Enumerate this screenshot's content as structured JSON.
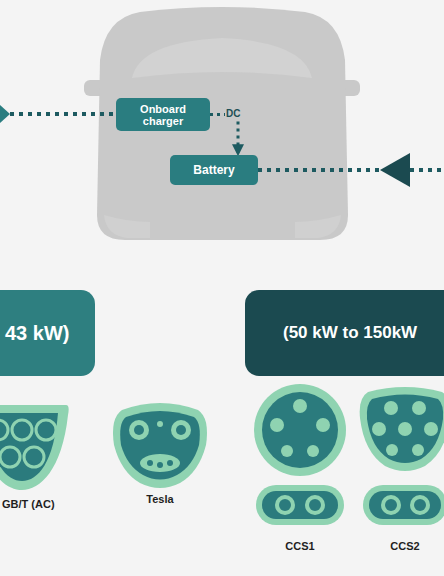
{
  "diagram": {
    "nodes": [
      {
        "text": [
          "Onboard charger"
        ]
      },
      {
        "text": [
          "Battery"
        ]
      },
      {
        "text": [
          "43 kW)"
        ]
      },
      {
        "text": [
          "(50 kW to 150kW"
        ]
      }
    ],
    "edges": [
      {
        "from": 0,
        "to": 1,
        "arrow": "to",
        "label": "DC"
      }
    ],
    "labels": [
      "GB/T (AC)",
      "Tesla",
      "CCS1",
      "CCS2"
    ]
  }
}
